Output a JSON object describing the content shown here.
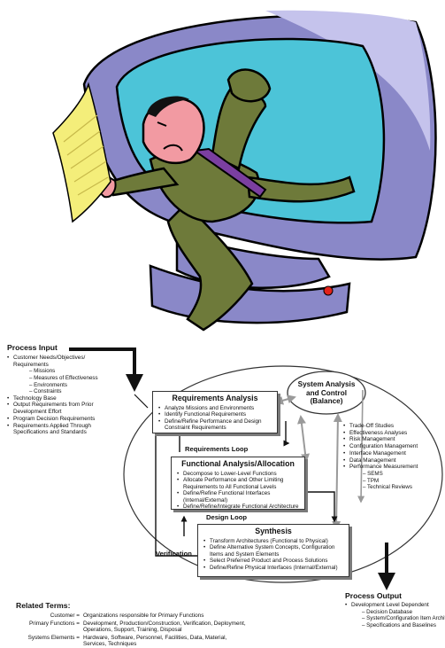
{
  "process_input": {
    "title": "Process Input",
    "items": [
      {
        "label": "Customer Needs/Objectives/ Requirements",
        "sub": [
          "– Missions",
          "– Measures of Effectiveness",
          "– Environments",
          "– Constraints"
        ]
      },
      {
        "label": "Technology Base",
        "sub": []
      },
      {
        "label": "Output Requirements from Prior Development Effort",
        "sub": []
      },
      {
        "label": "Program Decision Requirements",
        "sub": []
      },
      {
        "label": "Requirements Applied Through Specifications and Standards",
        "sub": []
      }
    ]
  },
  "requirements_analysis": {
    "title": "Requirements Analysis",
    "items": [
      "Analyze Missions and Environments",
      "Identify Functional Requirements",
      "Define/Refine Performance and Design Constraint Requirements"
    ]
  },
  "system_analysis": {
    "title": "System Analysis and Control (Balance)"
  },
  "system_analysis_items": {
    "items": [
      "Trade-Off Studies",
      "Effectiveness Analyses",
      "Risk Management",
      "Configuration Management",
      "Interface Management",
      "Data Management",
      "Performance Measurement"
    ],
    "sub": [
      "– SEMS",
      "– TPM",
      "– Technical Reviews"
    ]
  },
  "requirements_loop": "Requirements Loop",
  "functional_analysis": {
    "title": "Functional Analysis/Allocation",
    "items": [
      "Decompose to Lower-Level Functions",
      "Allocate Performance and Other Limiting Requirements to All Functional Levels",
      "Define/Refine Functional Interfaces (Internal/External)",
      "Define/Refine/Integrate Functional Architecture"
    ]
  },
  "design_loop": "Design Loop",
  "synthesis": {
    "title": "Synthesis",
    "items": [
      "Transform Architectures (Functional to Physical)",
      "Define Alternative System Concepts, Configuration Items and System Elements",
      "Select Preferred Product and Process Solutions",
      "Define/Refine Physical Interfaces (Internal/External)"
    ]
  },
  "verification": "Verification",
  "process_output": {
    "title": "Process Output",
    "items": [
      {
        "label": "Development Level Dependent",
        "sub": [
          "– Decision Database",
          "– System/Configuration Item Architecture",
          "– Specifications and Baselines"
        ]
      }
    ]
  },
  "related_terms": {
    "title": "Related Terms:",
    "rows": [
      {
        "term": "Customer =",
        "def": "Organizations responsible for Primary Functions"
      },
      {
        "term": "Primary Functions =",
        "def": "Development, Production/Construction, Verification, Deployment, Operations, Support, Training, Disposal"
      },
      {
        "term": "Systems Elements =",
        "def": "Hardware, Software, Personnel, Facilities, Data, Material, Services, Techniques"
      }
    ]
  },
  "colors": {
    "monitor": "#8a88c8",
    "screen": "#4cc4d8",
    "suit": "#6e7a3a",
    "skin": "#f29aa2",
    "paper": "#f4ee7a",
    "tie": "#7b3fa0",
    "led": "#e2231a"
  }
}
